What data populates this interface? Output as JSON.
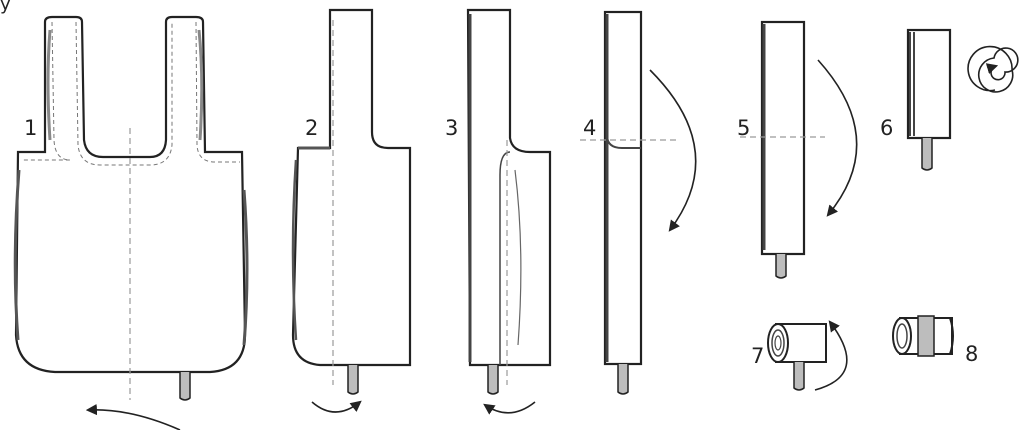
{
  "top_left_text": "y",
  "steps": [
    {
      "label": "1"
    },
    {
      "label": "2"
    },
    {
      "label": "3"
    },
    {
      "label": "4"
    },
    {
      "label": "5"
    },
    {
      "label": "6"
    },
    {
      "label": "7"
    },
    {
      "label": "8"
    }
  ],
  "colors": {
    "outline": "#222222",
    "fold_line": "#9a9a9a",
    "strap": "#bdbdbd",
    "shadow": "#555555"
  }
}
